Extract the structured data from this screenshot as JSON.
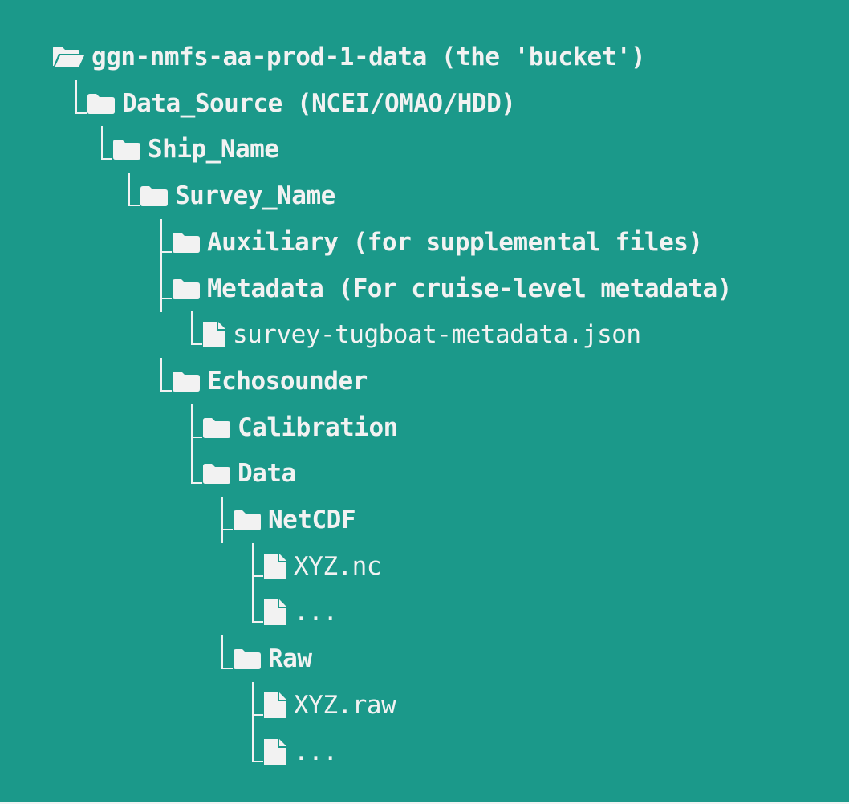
{
  "colors": {
    "background": "#1b998a",
    "foreground": "#f2f2f2"
  },
  "tree": {
    "nodes": [
      {
        "id": "root",
        "kind": "root",
        "label": "ggn-nmfs-aa-prod-1-data (the 'bucket')",
        "depth": 0,
        "icon": "folder-open-icon"
      },
      {
        "id": "data-source",
        "kind": "folder",
        "label": "Data_Source (NCEI/OMAO/HDD)",
        "depth": 1,
        "icon": "folder-icon"
      },
      {
        "id": "ship-name",
        "kind": "folder",
        "label": "Ship_Name",
        "depth": 2,
        "icon": "folder-icon"
      },
      {
        "id": "survey-name",
        "kind": "folder",
        "label": "Survey_Name",
        "depth": 3,
        "icon": "folder-icon"
      },
      {
        "id": "auxiliary",
        "kind": "folder",
        "label": "Auxiliary (for supplemental files)",
        "depth": 4,
        "icon": "folder-icon"
      },
      {
        "id": "metadata",
        "kind": "folder",
        "label": "Metadata (For cruise-level metadata)",
        "depth": 4,
        "icon": "folder-icon"
      },
      {
        "id": "metadata-json",
        "kind": "file",
        "label": "survey-tugboat-metadata.json",
        "depth": 5,
        "icon": "file-icon"
      },
      {
        "id": "echosounder",
        "kind": "folder",
        "label": "Echosounder",
        "depth": 4,
        "icon": "folder-icon"
      },
      {
        "id": "calibration",
        "kind": "folder",
        "label": "Calibration",
        "depth": 5,
        "icon": "folder-icon"
      },
      {
        "id": "data",
        "kind": "folder",
        "label": "Data",
        "depth": 5,
        "icon": "folder-icon"
      },
      {
        "id": "netcdf",
        "kind": "folder",
        "label": "NetCDF",
        "depth": 6,
        "icon": "folder-icon"
      },
      {
        "id": "xyz-nc",
        "kind": "file",
        "label": "XYZ.nc",
        "depth": 7,
        "icon": "file-icon"
      },
      {
        "id": "netcdf-more",
        "kind": "file",
        "label": "...",
        "depth": 7,
        "icon": "file-icon"
      },
      {
        "id": "raw",
        "kind": "folder",
        "label": "Raw",
        "depth": 6,
        "icon": "folder-icon"
      },
      {
        "id": "xyz-raw",
        "kind": "file",
        "label": "XYZ.raw",
        "depth": 7,
        "icon": "file-icon"
      },
      {
        "id": "raw-more",
        "kind": "file",
        "label": "...",
        "depth": 7,
        "icon": "file-icon"
      }
    ]
  }
}
